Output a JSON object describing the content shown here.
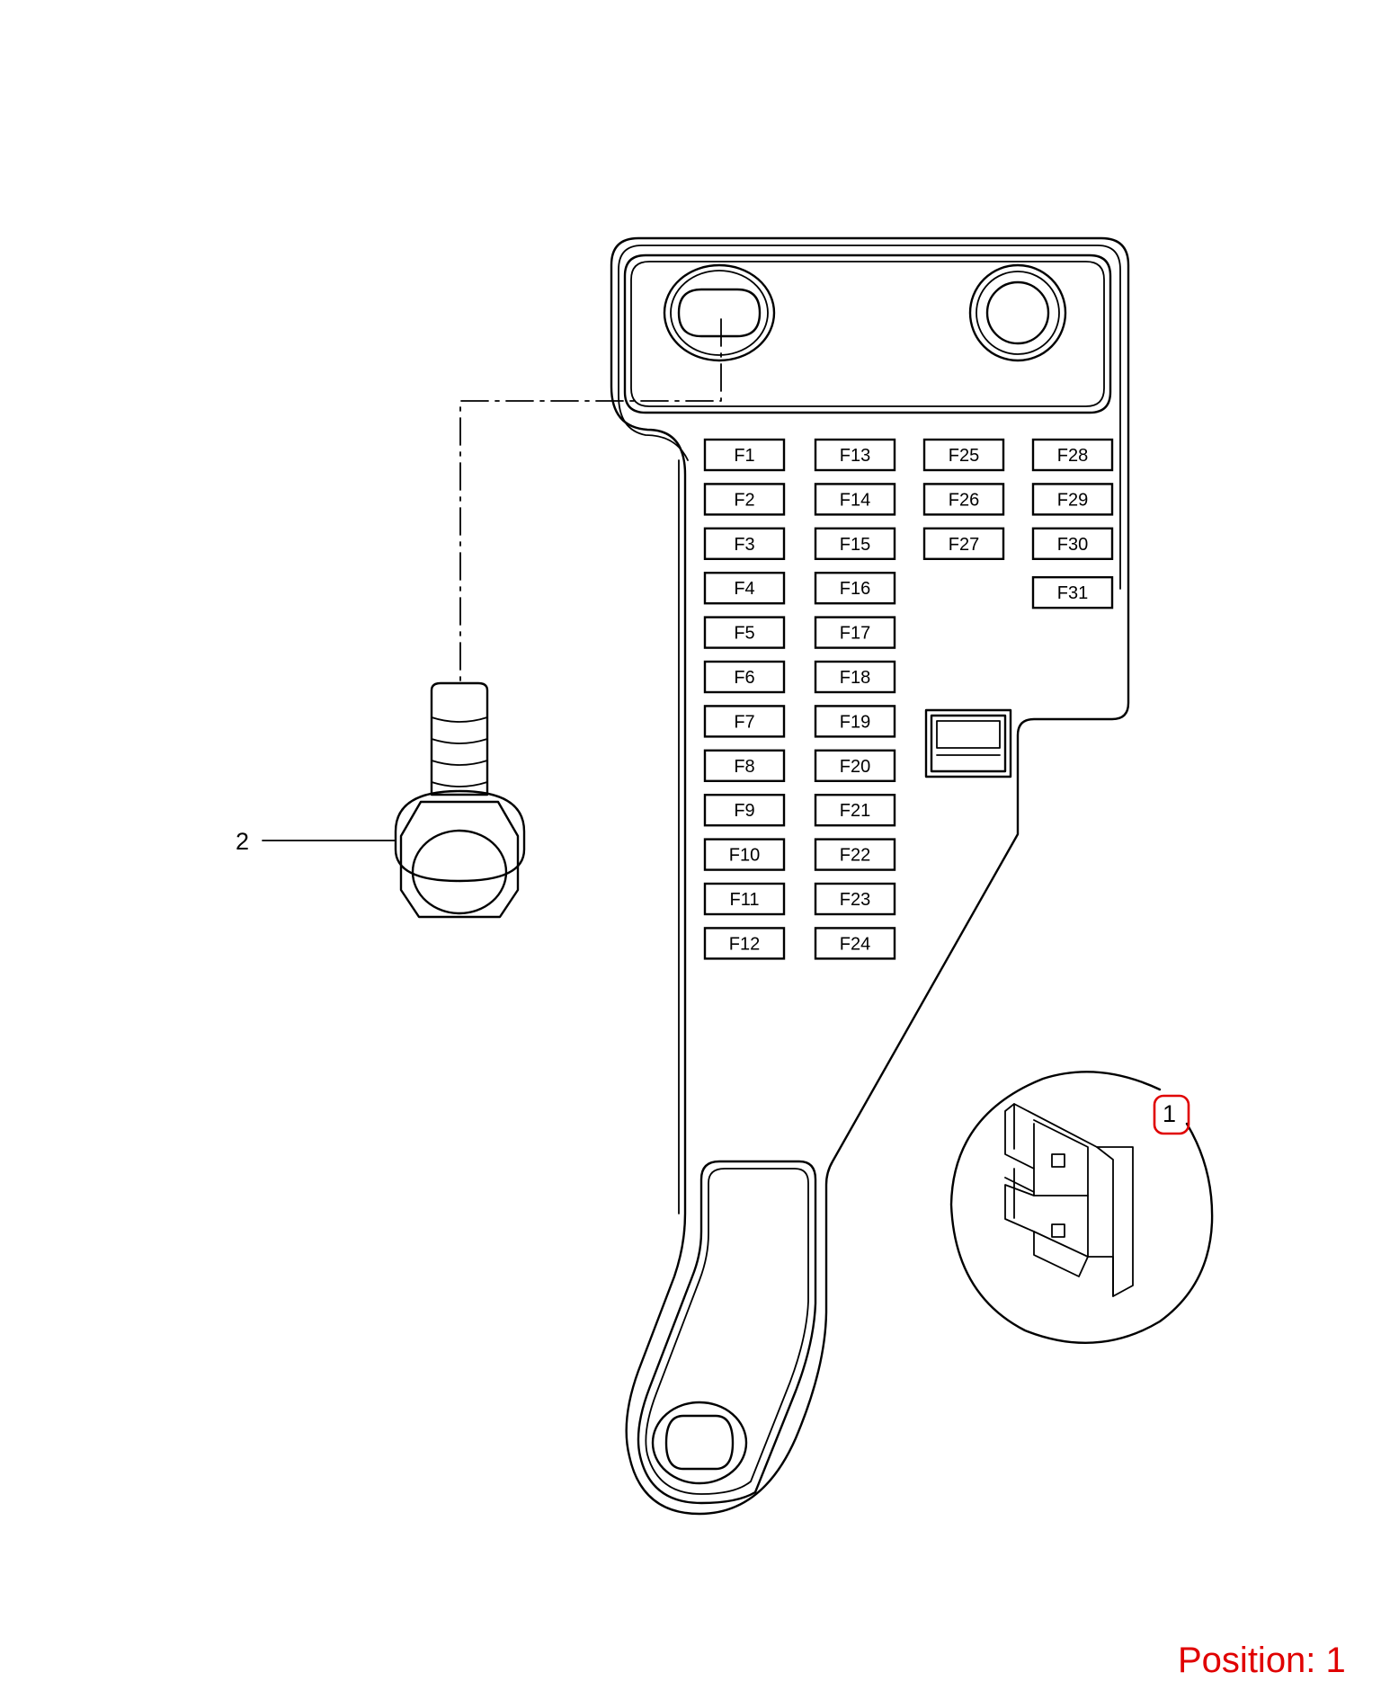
{
  "fuses": [
    {
      "label": "F1",
      "col": 0,
      "row": 0
    },
    {
      "label": "F2",
      "col": 0,
      "row": 1
    },
    {
      "label": "F3",
      "col": 0,
      "row": 2
    },
    {
      "label": "F4",
      "col": 0,
      "row": 3
    },
    {
      "label": "F5",
      "col": 0,
      "row": 4
    },
    {
      "label": "F6",
      "col": 0,
      "row": 5
    },
    {
      "label": "F7",
      "col": 0,
      "row": 6
    },
    {
      "label": "F8",
      "col": 0,
      "row": 7
    },
    {
      "label": "F9",
      "col": 0,
      "row": 8
    },
    {
      "label": "F10",
      "col": 0,
      "row": 9
    },
    {
      "label": "F11",
      "col": 0,
      "row": 10
    },
    {
      "label": "F12",
      "col": 0,
      "row": 11
    },
    {
      "label": "F13",
      "col": 1,
      "row": 0
    },
    {
      "label": "F14",
      "col": 1,
      "row": 1
    },
    {
      "label": "F15",
      "col": 1,
      "row": 2
    },
    {
      "label": "F16",
      "col": 1,
      "row": 3
    },
    {
      "label": "F17",
      "col": 1,
      "row": 4
    },
    {
      "label": "F18",
      "col": 1,
      "row": 5
    },
    {
      "label": "F19",
      "col": 1,
      "row": 6
    },
    {
      "label": "F20",
      "col": 1,
      "row": 7
    },
    {
      "label": "F21",
      "col": 1,
      "row": 8
    },
    {
      "label": "F22",
      "col": 1,
      "row": 9
    },
    {
      "label": "F23",
      "col": 1,
      "row": 10
    },
    {
      "label": "F24",
      "col": 1,
      "row": 11
    },
    {
      "label": "F25",
      "col": 2,
      "row": 0
    },
    {
      "label": "F26",
      "col": 2,
      "row": 1
    },
    {
      "label": "F27",
      "col": 2,
      "row": 2
    },
    {
      "label": "F28",
      "col": 3,
      "row": 0
    },
    {
      "label": "F29",
      "col": 3,
      "row": 1
    },
    {
      "label": "F30",
      "col": 3,
      "row": 2
    },
    {
      "label": "F31",
      "col": 3,
      "row": 3.1
    }
  ],
  "callouts": {
    "fuse_callout": "1",
    "bolt_callout": "2"
  },
  "position_label": "Position: 1",
  "colors": {
    "line": "#000000",
    "highlight": "#e00000",
    "background": "#ffffff"
  }
}
